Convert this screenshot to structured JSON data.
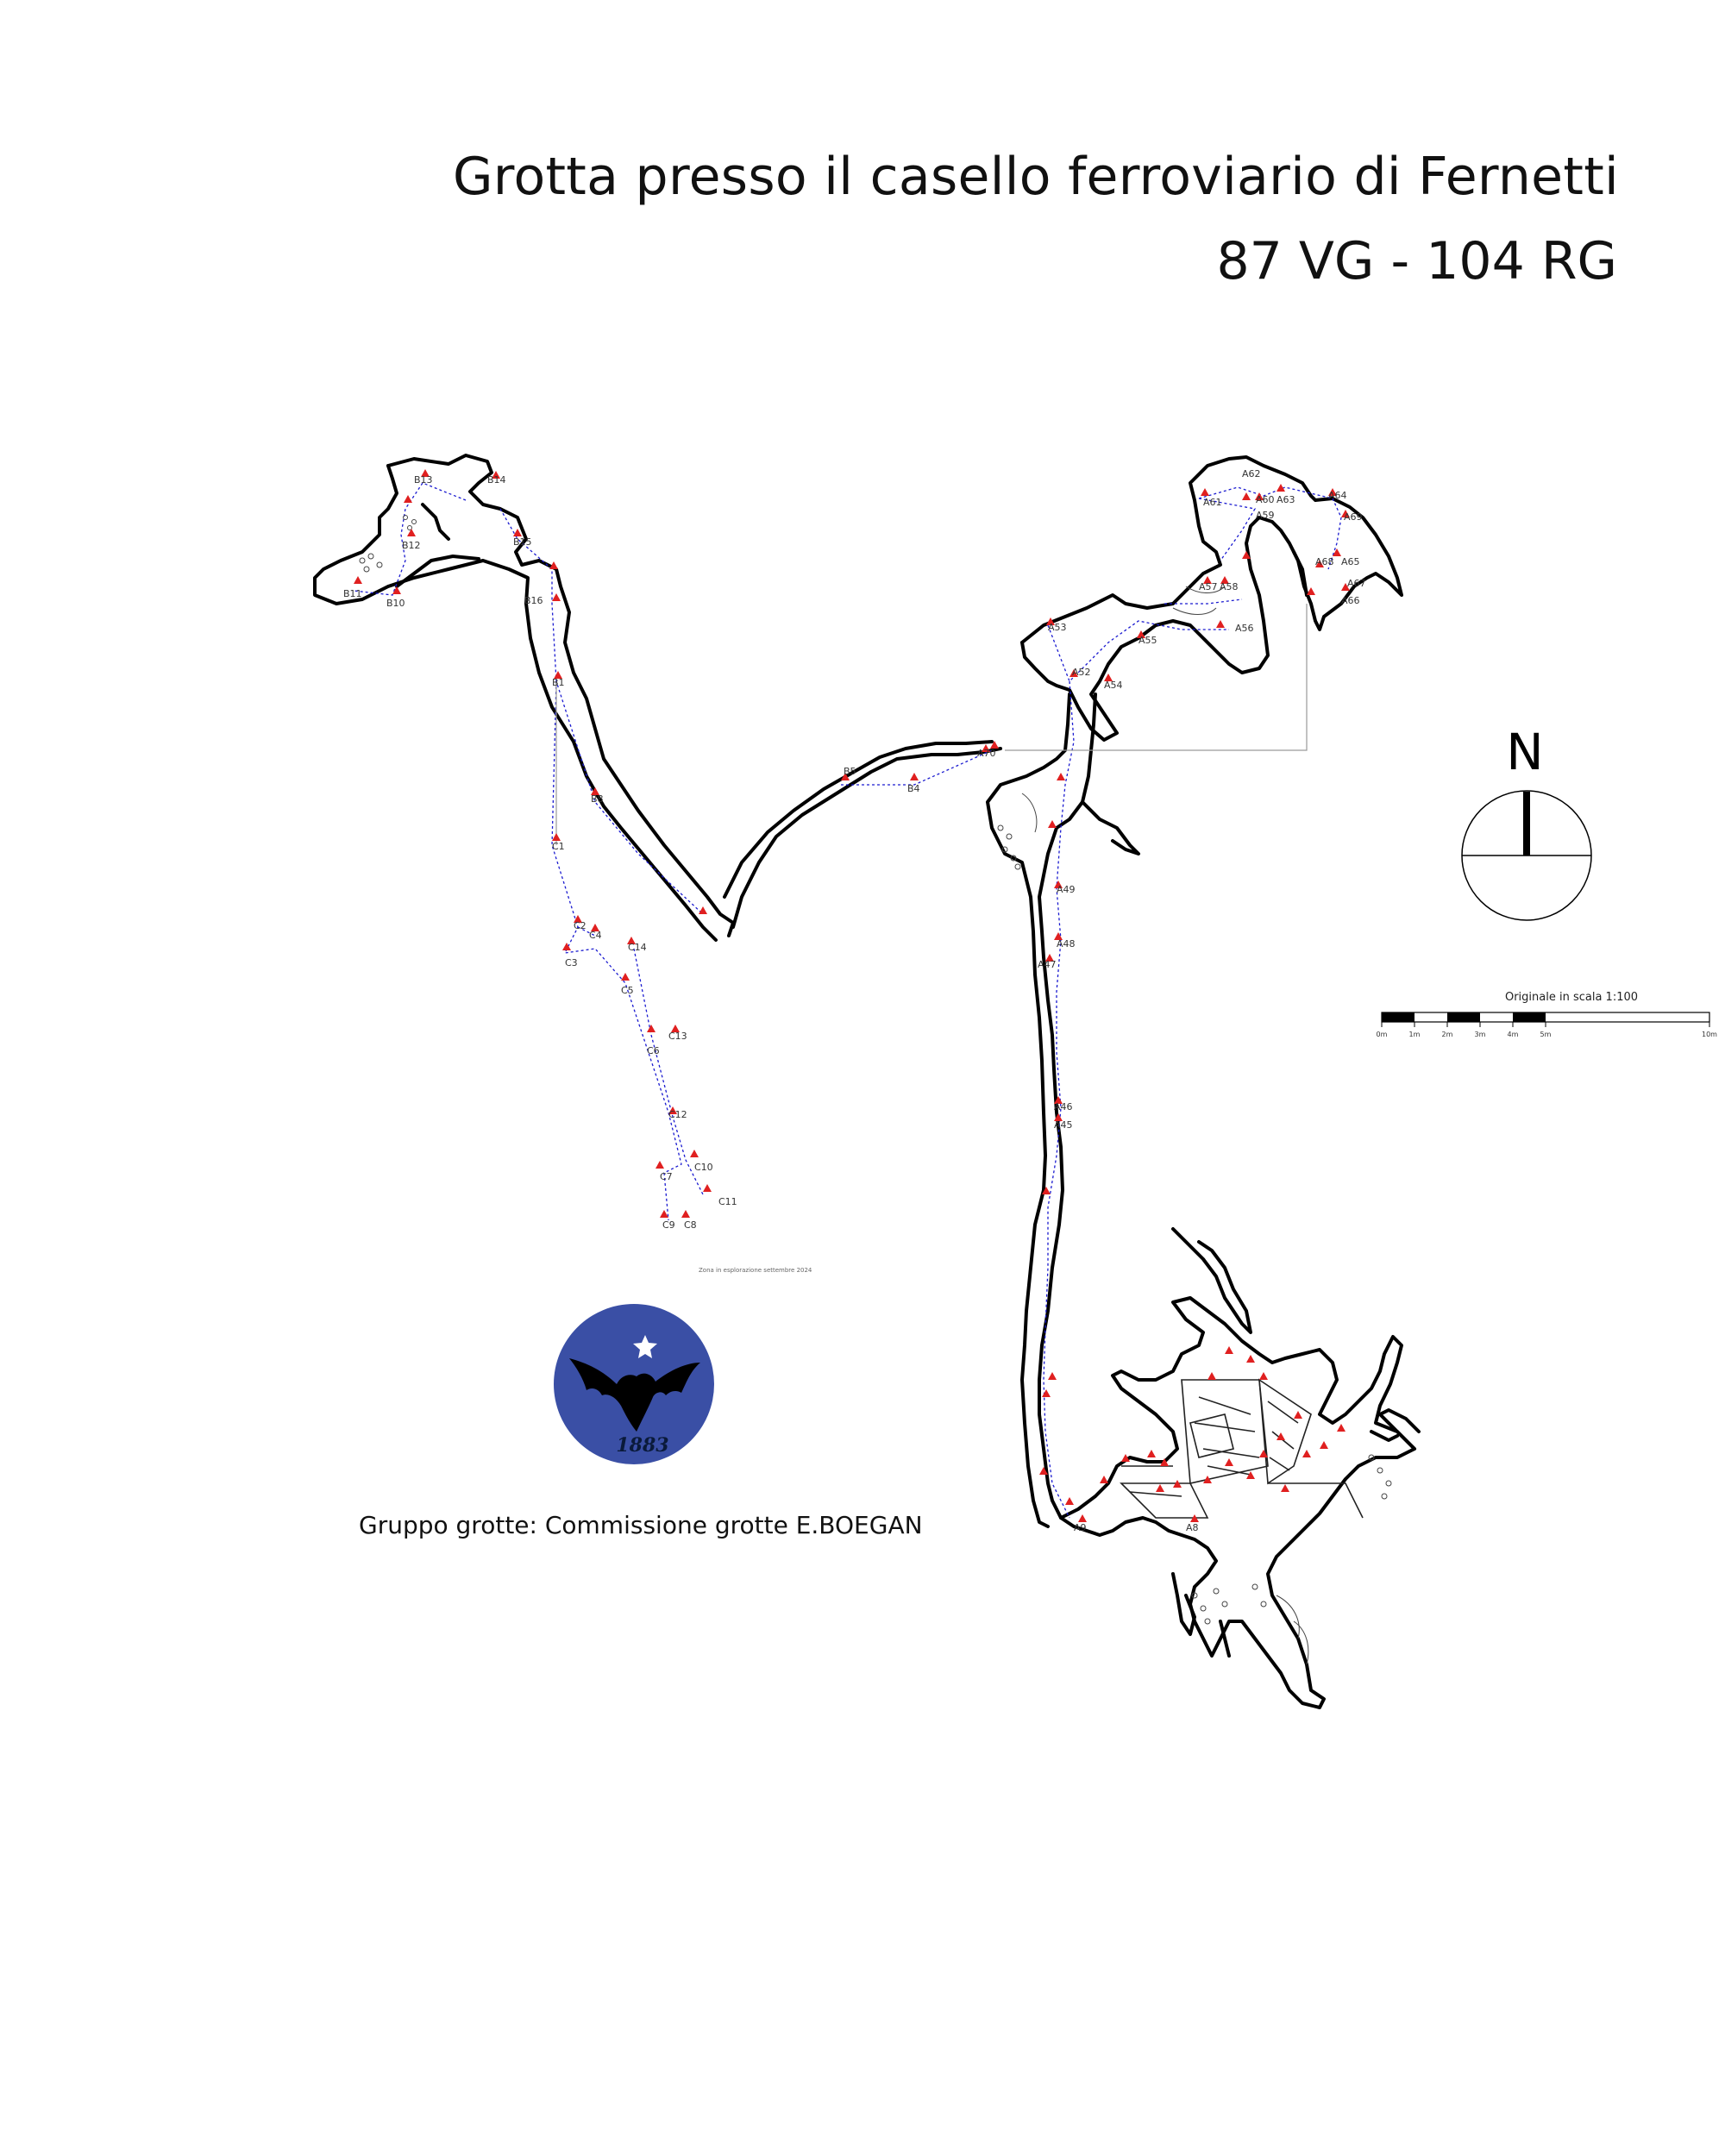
{
  "title": "Grotta presso il casello ferroviario di Fernetti",
  "subtitle": "87 VG - 104 RG",
  "group_label": "Gruppo grotte: Commissione grotte E.BOEGAN",
  "north_label": "N",
  "scale": {
    "caption": "Originale in scala 1:100",
    "ticks": [
      "0m",
      "1m",
      "2m",
      "3m",
      "4m",
      "5m",
      "10m"
    ]
  },
  "exploration_note": "Zona in esplorazione settembre 2024",
  "logo": {
    "year": "1883",
    "background_color": "#3a4fa5"
  },
  "colors": {
    "wall": "#000000",
    "survey_line": "#1b1bd0",
    "station": "#e02020",
    "floor_detail": "#444444"
  },
  "stations": [
    {
      "id": "B11"
    },
    {
      "id": "B10"
    },
    {
      "id": "B12"
    },
    {
      "id": "B13"
    },
    {
      "id": "B14"
    },
    {
      "id": "B15"
    },
    {
      "id": "B16"
    },
    {
      "id": "B1"
    },
    {
      "id": "B8"
    },
    {
      "id": "B5"
    },
    {
      "id": "B4"
    },
    {
      "id": "C1"
    },
    {
      "id": "C2"
    },
    {
      "id": "C3"
    },
    {
      "id": "C4"
    },
    {
      "id": "C5"
    },
    {
      "id": "C6"
    },
    {
      "id": "C7"
    },
    {
      "id": "C8"
    },
    {
      "id": "C9"
    },
    {
      "id": "C10"
    },
    {
      "id": "C11"
    },
    {
      "id": "C12"
    },
    {
      "id": "C13"
    },
    {
      "id": "C14"
    },
    {
      "id": "A70"
    },
    {
      "id": "A52"
    },
    {
      "id": "A53"
    },
    {
      "id": "A54"
    },
    {
      "id": "A55"
    },
    {
      "id": "A56"
    },
    {
      "id": "A57"
    },
    {
      "id": "A58"
    },
    {
      "id": "A59"
    },
    {
      "id": "A60"
    },
    {
      "id": "A61"
    },
    {
      "id": "A62"
    },
    {
      "id": "A63"
    },
    {
      "id": "A64"
    },
    {
      "id": "A65"
    },
    {
      "id": "A66"
    },
    {
      "id": "A67"
    },
    {
      "id": "A68"
    },
    {
      "id": "A69"
    },
    {
      "id": "A49"
    },
    {
      "id": "A48"
    },
    {
      "id": "A47"
    },
    {
      "id": "A46"
    },
    {
      "id": "A45"
    },
    {
      "id": "A8"
    },
    {
      "id": "A9"
    }
  ]
}
